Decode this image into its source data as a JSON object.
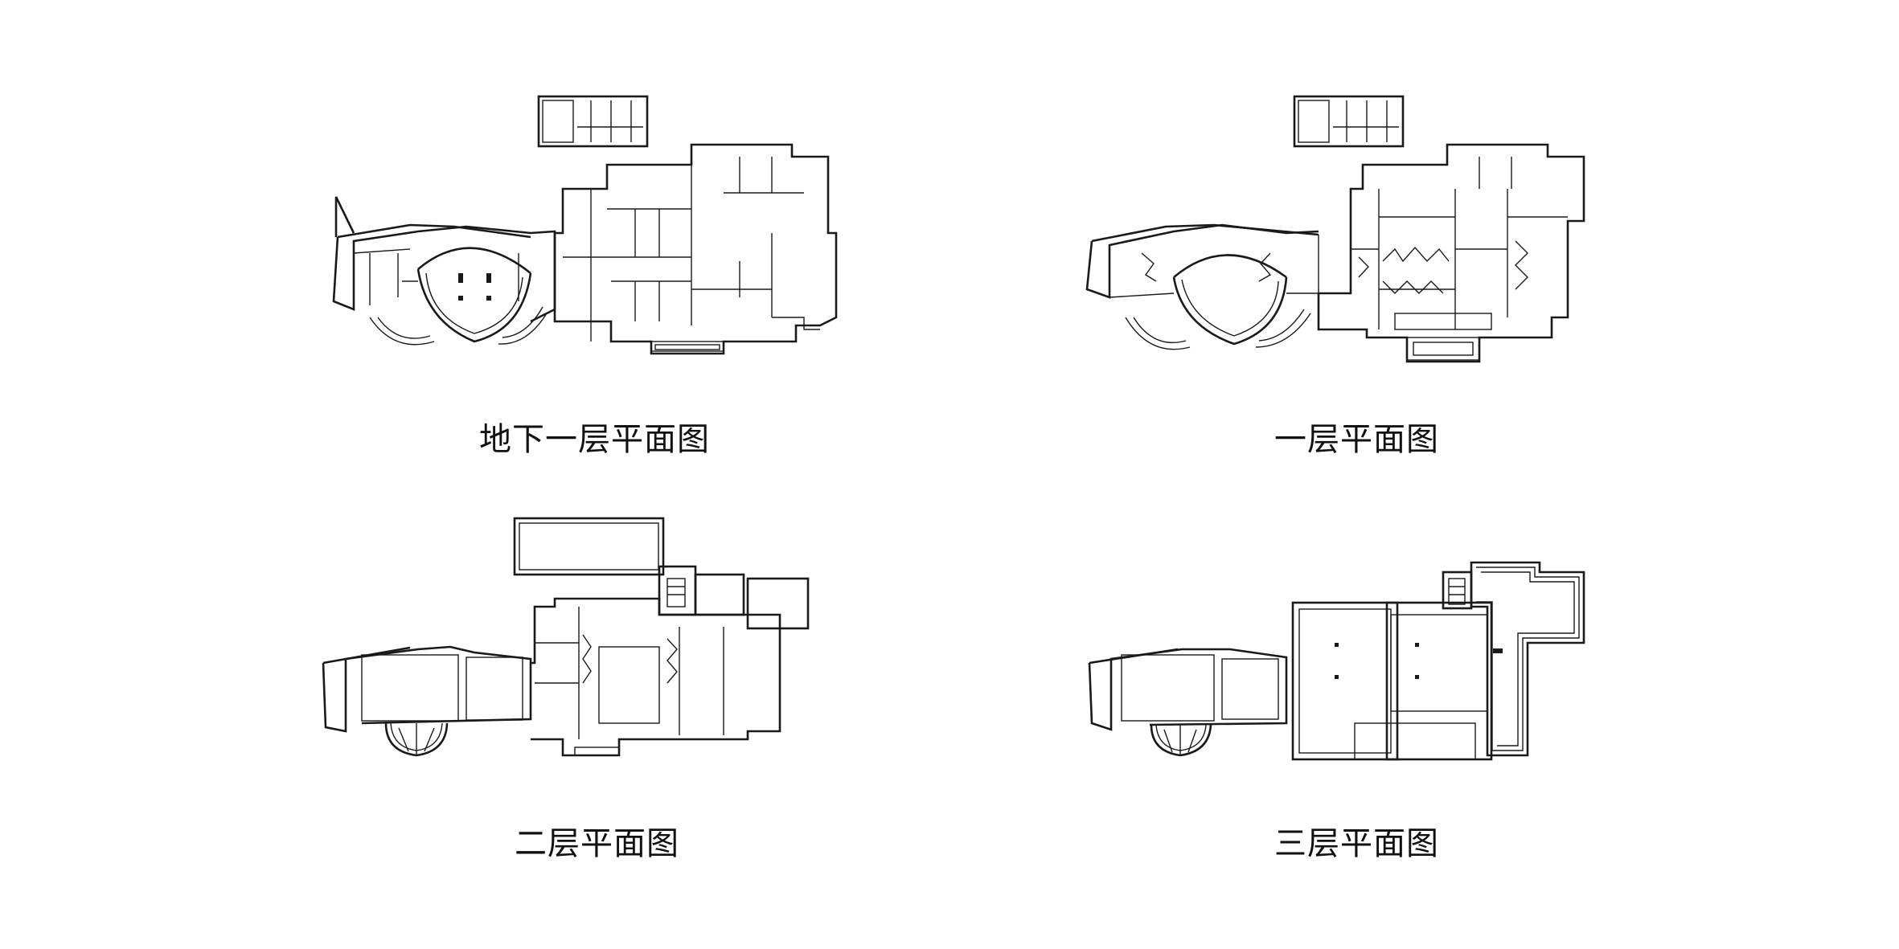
{
  "plans": [
    {
      "title": "地下一层平面图"
    },
    {
      "title": "一层平面图"
    },
    {
      "title": "二层平面图"
    },
    {
      "title": "三层平面图"
    }
  ],
  "colors": {
    "line": "#1a1a1a",
    "background": "#ffffff"
  }
}
